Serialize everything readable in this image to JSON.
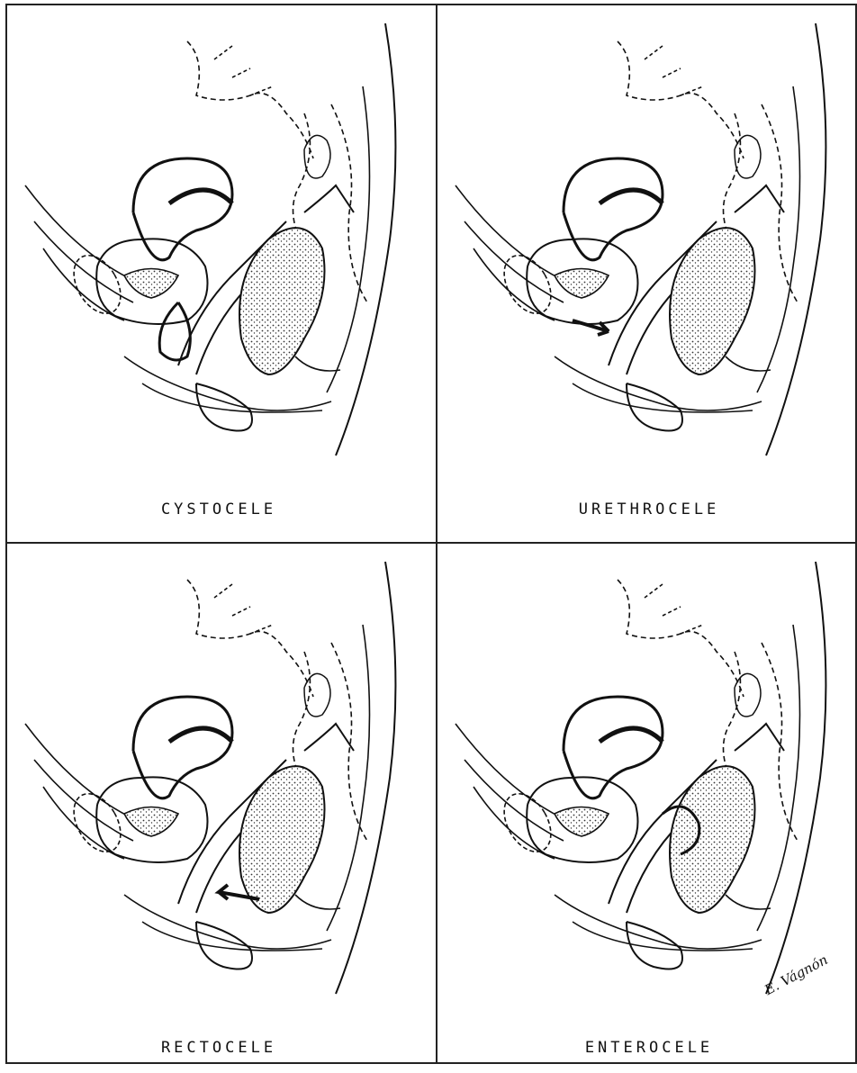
{
  "panels": [
    {
      "id": "cystocele",
      "caption": "CYSTOCELE"
    },
    {
      "id": "urethrocele",
      "caption": "URETHROCELE"
    },
    {
      "id": "rectocele",
      "caption": "RECTOCELE"
    },
    {
      "id": "enterocele",
      "caption": "ENTEROCELE"
    }
  ],
  "signature": "E. Vágnón"
}
